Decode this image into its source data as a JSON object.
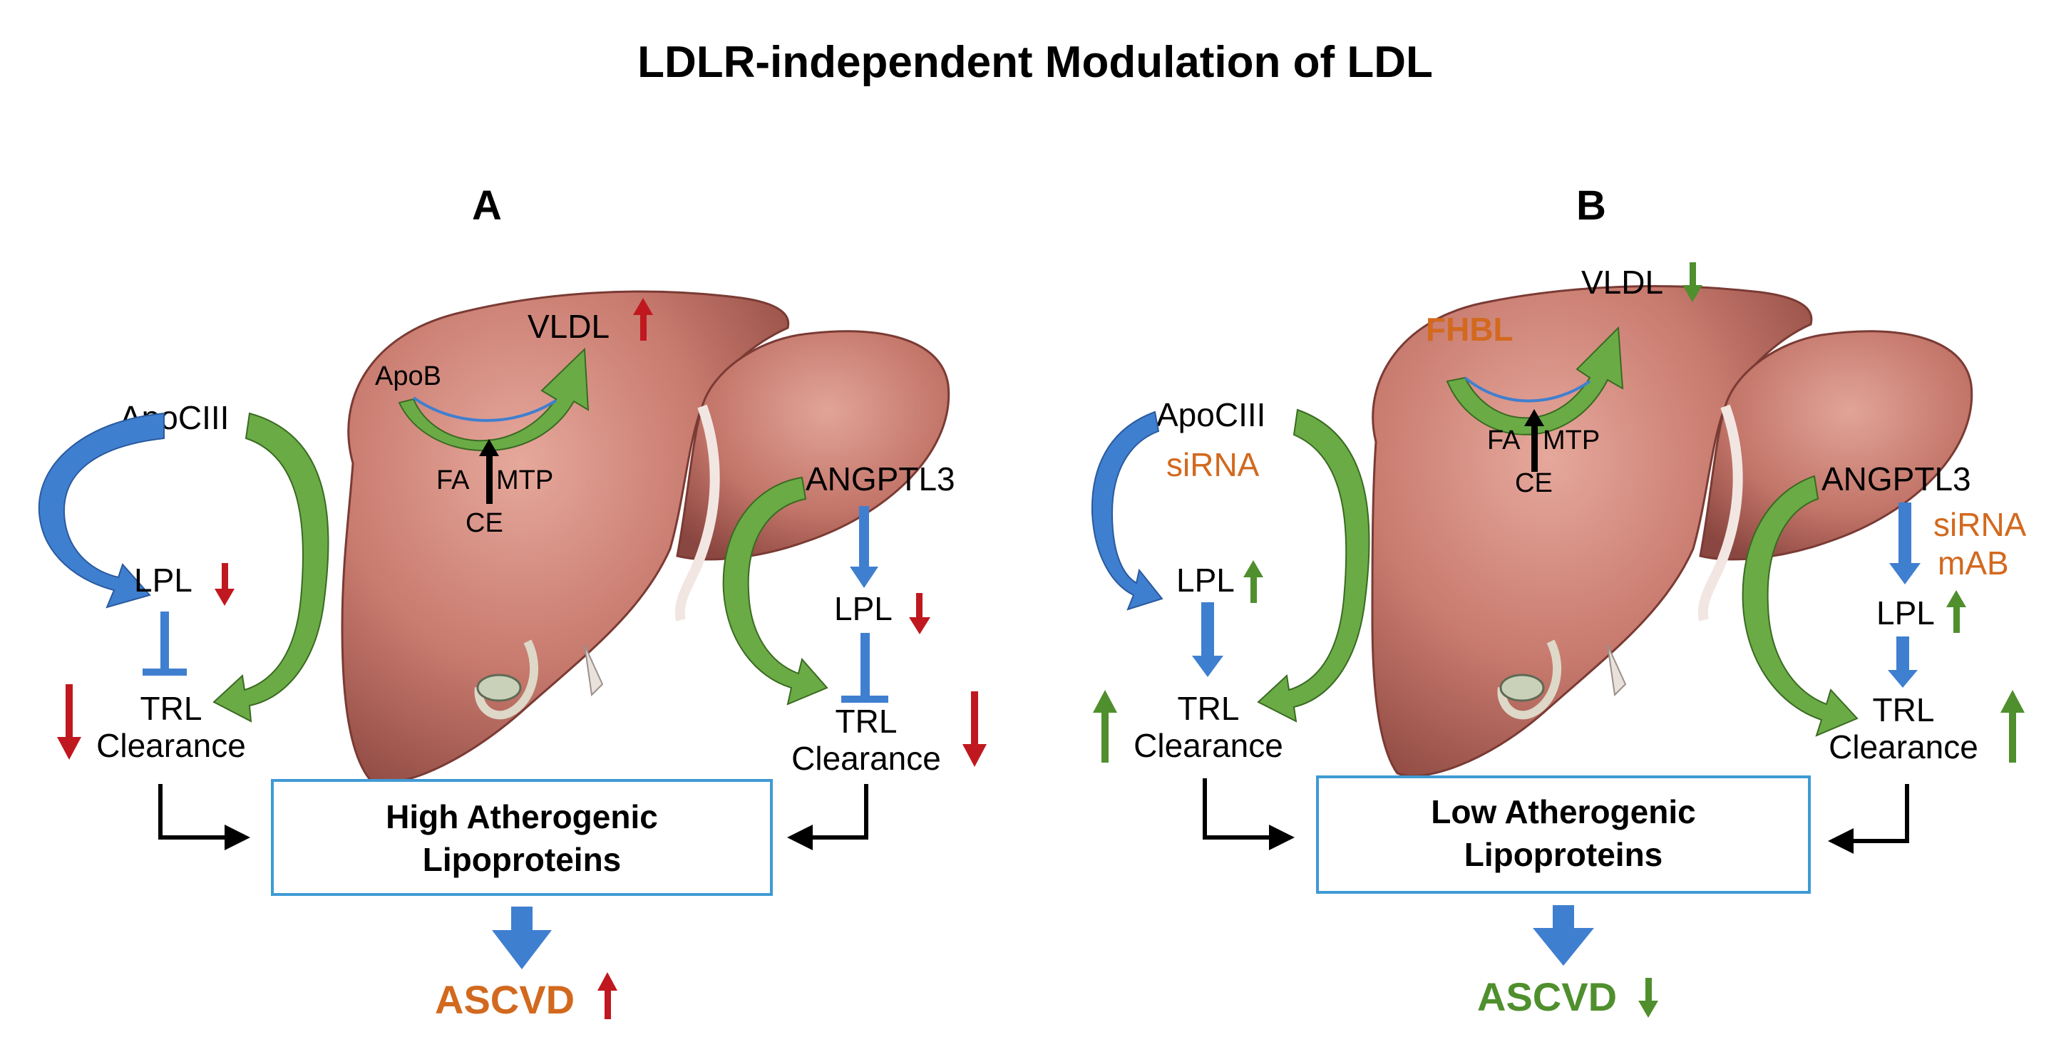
{
  "title": "LDLR-independent Modulation of LDL",
  "colors": {
    "liver": "#c87a6e",
    "liver_dark": "#9c4f46",
    "blue_arrow": "#3f7fd0",
    "green_arrow": "#6aab45",
    "red_arrow": "#c0181f",
    "green_small": "#4f8f2d",
    "orange_text": "#d2691e",
    "box_border": "#3f9ad4"
  },
  "panel_a": {
    "letter": "A",
    "vldl": "VLDL",
    "apob": "ApoB",
    "apociii": "ApoCIII",
    "angptl3": "ANGPTL3",
    "fa": "FA",
    "mtp": "MTP",
    "ce": "CE",
    "lpl_left": "LPL",
    "lpl_right": "LPL",
    "trl_left": "TRL",
    "clearance_left": "Clearance",
    "trl_right": "TRL",
    "clearance_right": "Clearance",
    "box_line1": "High Atherogenic",
    "box_line2": "Lipoproteins",
    "ascvd": "ASCVD"
  },
  "panel_b": {
    "letter": "B",
    "vldl": "VLDL",
    "fhbl": "FHBL",
    "apociii": "ApoCIII",
    "sirna_left": "siRNA",
    "angptl3": "ANGPTL3",
    "sirna_right": "siRNA",
    "mab": "mAB",
    "fa": "FA",
    "mtp": "MTP",
    "ce": "CE",
    "lpl_left": "LPL",
    "lpl_right": "LPL",
    "trl_left": "TRL",
    "clearance_left": "Clearance",
    "trl_right": "TRL",
    "clearance_right": "Clearance",
    "box_line1": "Low Atherogenic",
    "box_line2": "Lipoproteins",
    "ascvd": "ASCVD"
  }
}
